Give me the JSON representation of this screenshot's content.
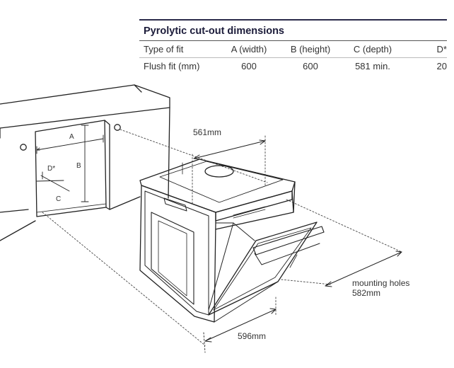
{
  "table": {
    "title": "Pyrolytic cut-out dimensions",
    "headers": [
      "Type of fit",
      "A (width)",
      "B (height)",
      "C (depth)",
      "D*"
    ],
    "rows": [
      [
        "Flush fit (mm)",
        "600",
        "600",
        "581 min.",
        "20"
      ]
    ]
  },
  "diagram": {
    "labels": {
      "a": "A",
      "b": "B",
      "c": "C",
      "d": "D*",
      "top_width": "561mm",
      "bottom_width": "596mm",
      "mounting_line1": "mounting holes",
      "mounting_line2": "582mm"
    }
  }
}
